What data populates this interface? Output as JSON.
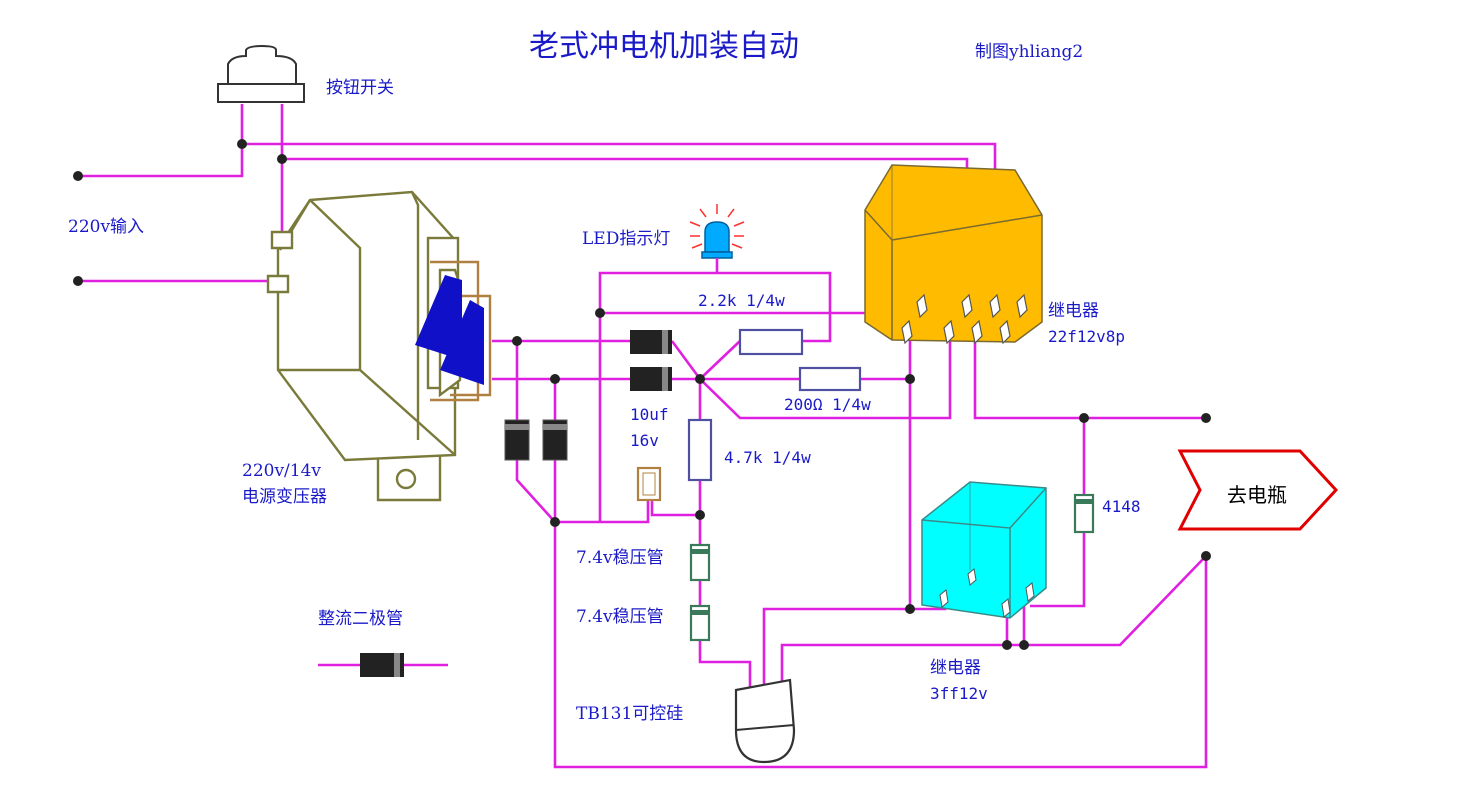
{
  "title": "老式冲电机加装自动",
  "author": "制图yhliang2",
  "labels": {
    "button_switch": "按钮开关",
    "input_220v": "220v输入",
    "transformer_line1": "220v/14v",
    "transformer_line2": "电源变压器",
    "led": "LED指示灯",
    "relay_main_name": "继电器",
    "relay_main_model": "22f12v8p",
    "res_2k2": "2.2k 1/4w",
    "res_200": "200Ω  1/4w",
    "cap_line1": "10uf",
    "cap_line2": "16v",
    "res_4k7": "4.7k 1/4w",
    "zener1": "7.4v稳压管",
    "zener2": "7.4v稳压管",
    "scr": "TB131可控硅",
    "rectifier": "整流二极管",
    "diode_4148": "4148",
    "relay_small_name": "继电器",
    "relay_small_model": "3ff12v",
    "battery": "去电瓶"
  },
  "colors": {
    "wire": "#e020e0",
    "text": "#1a1ac8",
    "relay_main": "#ffbb00",
    "relay_small": "#00ffff",
    "battery_outline": "#e00000",
    "transformer_outline": "#7a7a3a",
    "coil": "#1010c8",
    "led": "#00aaff"
  }
}
